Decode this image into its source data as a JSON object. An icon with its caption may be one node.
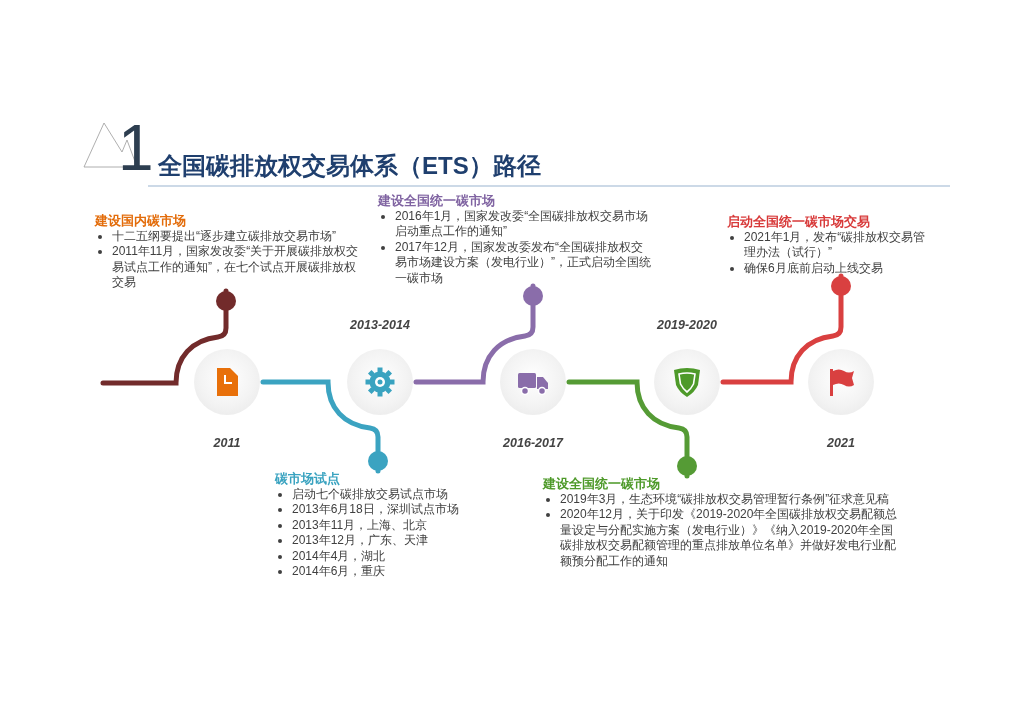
{
  "diagram": {
    "title": "全国碳排放权交易体系（ETS）路径",
    "nodes": [
      {
        "text": [
          "建设国内碳市场",
          "十二五纲要提出“逐步建立碳排放交易市场”",
          "2011年11月，国家发改委“关于开展碳排放权交易试点工作的通知”，在七个试点开展碳排放权交易"
        ]
      },
      {
        "text": [
          "建设全国统一碳市场",
          "2016年1月，国家发改委“全国碳排放权交易市场启动重点工作的通知”",
          "2017年12月，国家发改委发布“全国碳排放权交易市场建设方案（发电行业）”，正式启动全国统一碳市场"
        ]
      },
      {
        "text": [
          "启动全国统一碳市场交易",
          "2021年1月，发布“碳排放权交易管理办法（试行）”",
          "确保6月底前启动上线交易"
        ]
      },
      {
        "text": [],
        "shape": "circle",
        "beside": [
          "2011"
        ]
      },
      {
        "text": [],
        "shape": "circle",
        "beside": [
          "2013-2014"
        ]
      },
      {
        "text": [],
        "shape": "circle",
        "beside": [
          "2016-2017"
        ]
      },
      {
        "text": [],
        "shape": "circle",
        "beside": [
          "2019-2020"
        ]
      },
      {
        "text": [],
        "shape": "circle",
        "beside": [
          "2021"
        ]
      },
      {
        "text": [
          "碳市场试点",
          "启动七个碳排放交易试点市场",
          "2013年6月18日，深圳试点市场",
          "2013年11月，上海、北京",
          "2013年12月，广东、天津",
          "2014年4月，湖北",
          "2014年6月，重庆"
        ]
      },
      {
        "text": [
          "建设全国统一碳市场",
          "2019年3月，生态环境“碳排放权交易管理暂行条例”征求意见稿",
          "2020年12月，关于印发《2019-2020年全国碳排放权交易配额总量设定与分配实施方案（发电行业）》《纳入2019-2020年全国碳排放权交易配额管理的重点排放单位名单》并做好发电行业配额预分配工作的通知"
        ]
      }
    ],
    "edges": [
      {
        "from": null,
        "to": 0,
        "arrow": "other",
        "color": "#722b2b"
      },
      {
        "from": 3,
        "to": 8,
        "arrow": "other",
        "color": "#3ba3c1"
      },
      {
        "from": 4,
        "to": 1,
        "arrow": "other",
        "color": "#8a6daa"
      },
      {
        "from": 5,
        "to": 9,
        "arrow": "other",
        "color": "#559b35"
      },
      {
        "from": 6,
        "to": 2,
        "arrow": "other",
        "color": "#d94040"
      }
    ],
    "labels": [
      "1"
    ]
  }
}
